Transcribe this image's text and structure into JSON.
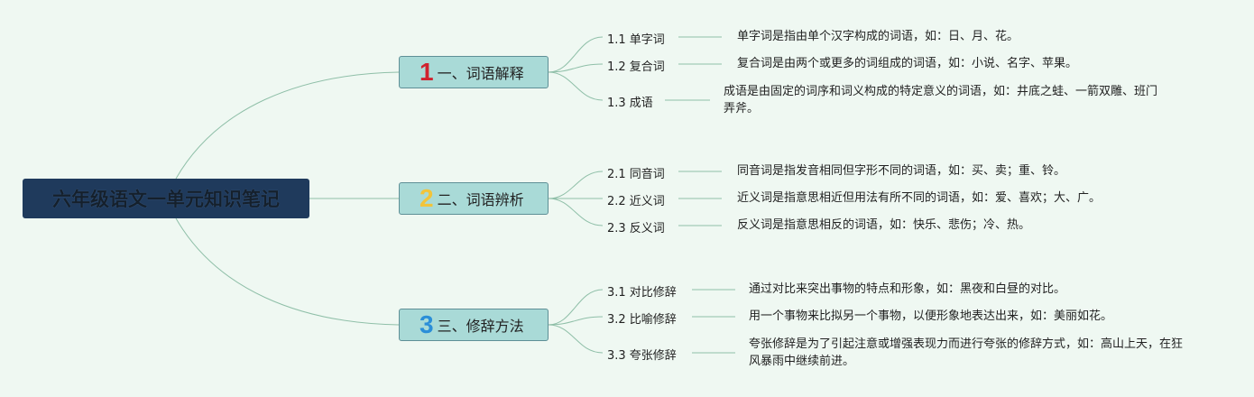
{
  "root": {
    "title": "六年级语文一单元知识笔记"
  },
  "branches": [
    {
      "number": "1",
      "number_color": "#d0222e",
      "label": "一、词语解释",
      "items": [
        {
          "label": "1.1 单字词",
          "desc": "单字词是指由单个汉字构成的词语，如：日、月、花。"
        },
        {
          "label": "1.2 复合词",
          "desc": "复合词是由两个或更多的词组成的词语，如：小说、名字、苹果。"
        },
        {
          "label": "1.3 成语",
          "desc": "成语是由固定的词序和词义构成的特定意义的词语，如：井底之蛙、一箭双雕、班门弄斧。"
        }
      ]
    },
    {
      "number": "2",
      "number_color": "#f2c43a",
      "label": "二、词语辨析",
      "items": [
        {
          "label": "2.1 同音词",
          "desc": "同音词是指发音相同但字形不同的词语，如：买、卖；重、铃。"
        },
        {
          "label": "2.2 近义词",
          "desc": "近义词是指意思相近但用法有所不同的词语，如：爱、喜欢；大、广。"
        },
        {
          "label": "2.3 反义词",
          "desc": "反义词是指意思相反的词语，如：快乐、悲伤；冷、热。"
        }
      ]
    },
    {
      "number": "3",
      "number_color": "#2b8ed8",
      "label": "三、修辞方法",
      "items": [
        {
          "label": "3.1 对比修辞",
          "desc": "通过对比来突出事物的特点和形象，如：黑夜和白昼的对比。"
        },
        {
          "label": "3.2 比喻修辞",
          "desc": "用一个事物来比拟另一个事物，以便形象地表达出来，如：美丽如花。"
        },
        {
          "label": "3.3 夸张修辞",
          "desc": "夸张修辞是为了引起注意或增强表现力而进行夸张的修辞方式，如：高山上天，在狂风暴雨中继续前进。"
        }
      ]
    }
  ],
  "colors": {
    "background": "#eff8f2",
    "root_fill": "#1f3a5c",
    "branch_fill": "#a9dad7",
    "connector": "#8fbfa8"
  }
}
